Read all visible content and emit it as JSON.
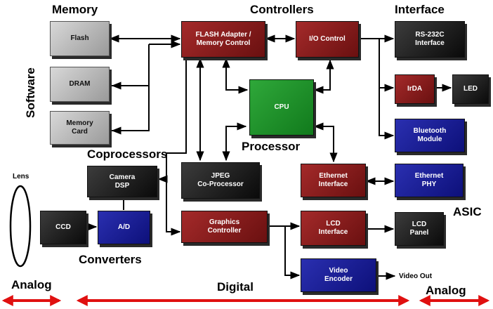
{
  "labels": {
    "memory": "Memory",
    "controllers": "Controllers",
    "interface": "Interface",
    "software": "Software",
    "coprocessors": "Coprocessors",
    "processor": "Processor",
    "lens": "Lens",
    "converters": "Converters",
    "asic": "ASIC",
    "analog_left": "Analog",
    "digital": "Digital",
    "analog_right": "Analog",
    "video_out": "Video Out"
  },
  "blocks": {
    "flash": "Flash",
    "dram": "DRAM",
    "memory_card": "Memory\nCard",
    "flash_adapter": "FLASH Adapter /\nMemory Control",
    "io_control": "I/O Control",
    "rs232c": "RS-232C\nInterface",
    "irda": "IrDA",
    "led": "LED",
    "bluetooth": "Bluetooth\nModule",
    "cpu": "CPU",
    "camera_dsp": "Camera\nDSP",
    "jpeg": "JPEG\nCo-Processor",
    "ethernet_interface": "Ethernet\nInterface",
    "ethernet_phy": "Ethernet\nPHY",
    "ccd": "CCD",
    "ad": "A/D",
    "graphics_controller": "Graphics\nController",
    "lcd_interface": "LCD\nInterface",
    "lcd_panel": "LCD\nPanel",
    "video_encoder": "Video\nEncoder"
  },
  "colors": {
    "memory": "#b0b0b0",
    "controller": "#8a1d1d",
    "interface": "#1b1b1b",
    "processor": "#1f9a2a",
    "asic": "#17189a",
    "domain_arrow": "#e01010"
  }
}
